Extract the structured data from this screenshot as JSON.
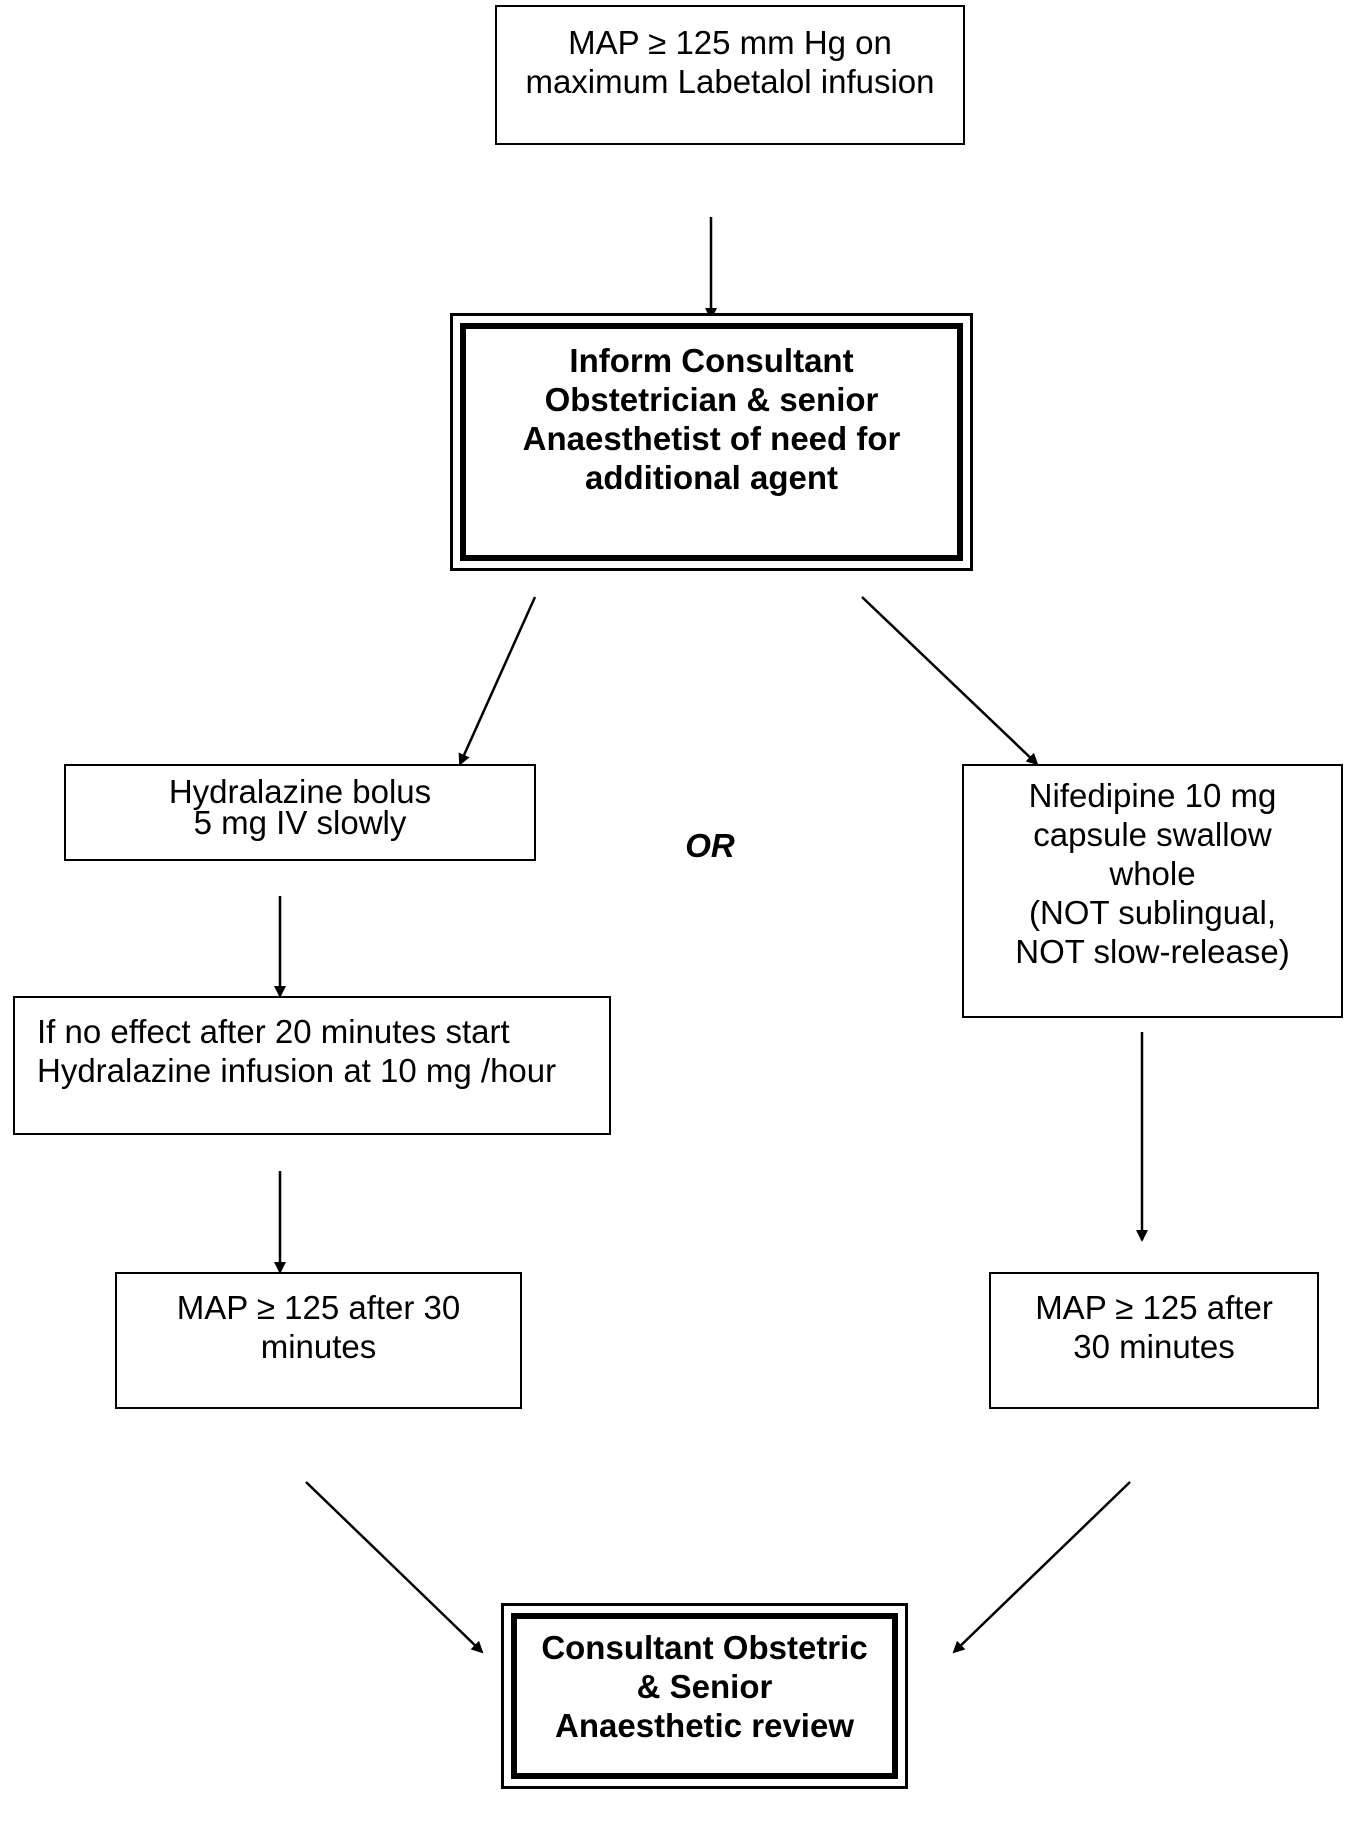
{
  "diagram": {
    "start": {
      "text": "MAP ≥ 125 mm Hg on\nmaximum Labetalol infusion"
    },
    "inform": {
      "text": "Inform Consultant\nObstetrician & senior\nAnaesthetist of need for\nadditional agent"
    },
    "hydralazine_bolus": {
      "text": "Hydralazine bolus\n5 mg IV slowly"
    },
    "or_label": "OR",
    "nifedipine": {
      "text": "Nifedipine 10 mg\ncapsule swallow\nwhole\n(NOT sublingual,\nNOT slow-release)"
    },
    "hydralazine_infusion": {
      "text": "If no effect after 20 minutes start\nHydralazine infusion at 10 mg /hour"
    },
    "map_left": {
      "text": "MAP ≥ 125 after 30\nminutes"
    },
    "map_right": {
      "text": "MAP ≥ 125 after\n30 minutes"
    },
    "review": {
      "text": "Consultant Obstetric\n& Senior\nAnaesthetic review"
    }
  }
}
